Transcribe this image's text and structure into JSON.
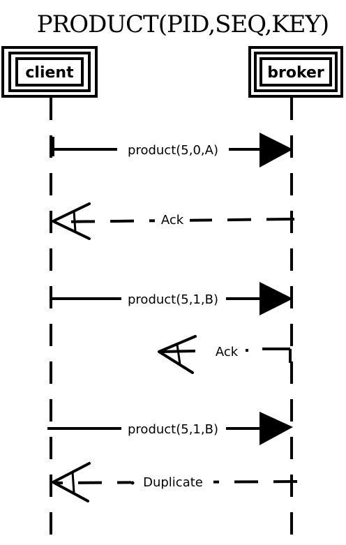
{
  "title": "PRODUCT(PID,SEQ,KEY)",
  "participants": {
    "client": "client",
    "broker": "broker"
  },
  "messages": [
    {
      "label": "product(5,0,A)",
      "direction": "request",
      "style": "solid"
    },
    {
      "label": "Ack",
      "direction": "response",
      "style": "dashed"
    },
    {
      "label": "product(5,1,B)",
      "direction": "request",
      "style": "solid"
    },
    {
      "label": "Ack",
      "direction": "response",
      "style": "dashed"
    },
    {
      "label": "product(5,1,B)",
      "direction": "request",
      "style": "solid"
    },
    {
      "label": "Duplicate",
      "direction": "response",
      "style": "dashed"
    }
  ]
}
